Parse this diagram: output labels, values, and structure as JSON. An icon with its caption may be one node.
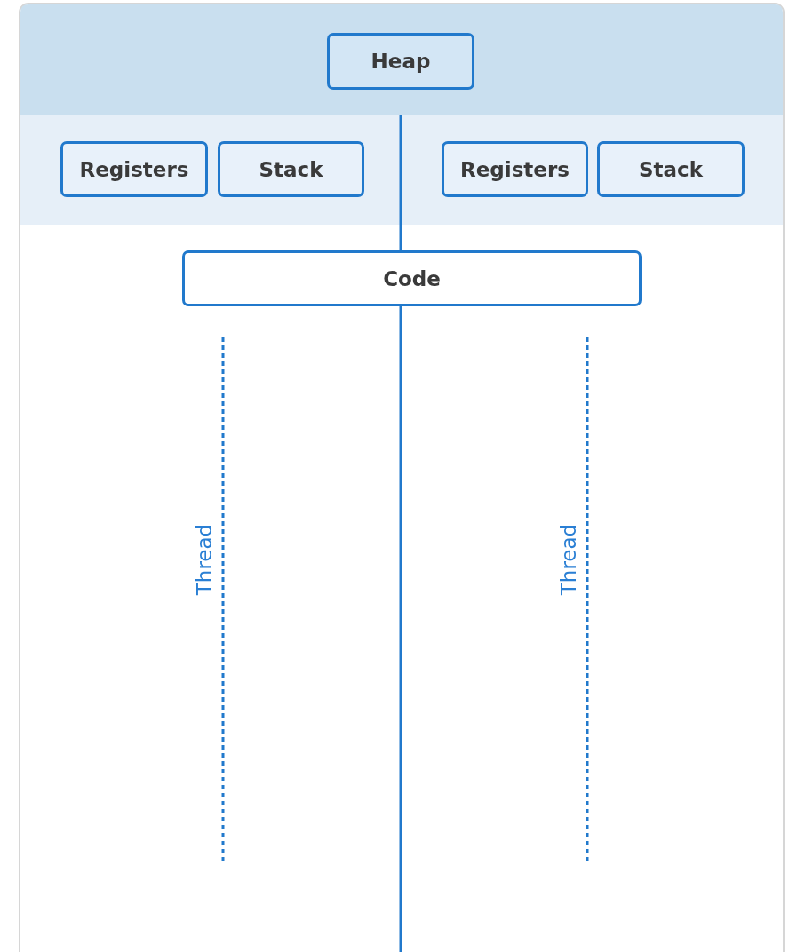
{
  "diagram": {
    "nodes": [
      {
        "text": [
          "Heap"
        ]
      },
      {
        "text": [
          "Registers"
        ]
      },
      {
        "text": [
          "Stack"
        ]
      },
      {
        "text": [
          "Registers"
        ]
      },
      {
        "text": [
          "Stack"
        ]
      },
      {
        "text": [
          "Code"
        ]
      }
    ],
    "labels": [
      "Thread",
      "Thread"
    ]
  }
}
